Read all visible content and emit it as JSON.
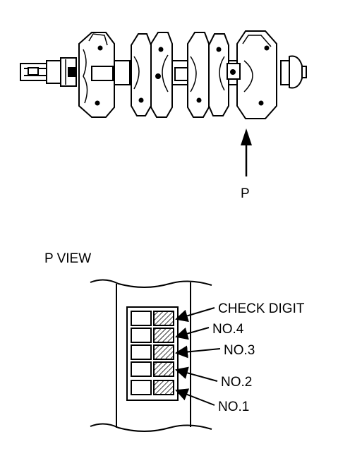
{
  "arrow_label": "P",
  "view_title": "P VIEW",
  "callouts": {
    "check_digit": "CHECK DIGIT",
    "no4": "NO.4",
    "no3": "NO.3",
    "no2": "NO.2",
    "no1": "NO.1"
  },
  "colors": {
    "ink": "#000000",
    "paper": "#ffffff"
  }
}
